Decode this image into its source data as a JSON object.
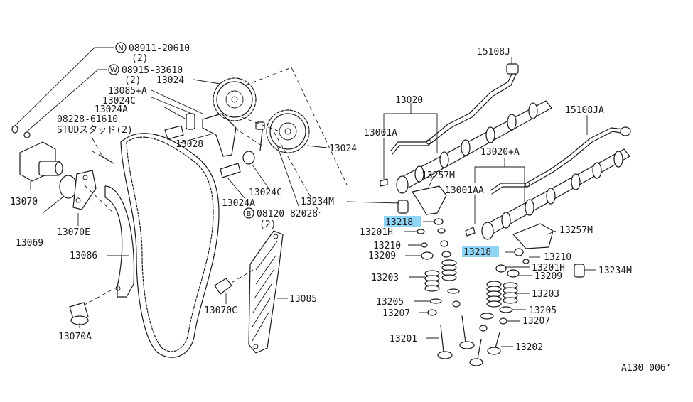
{
  "labels": {
    "n_part": "08911-20610",
    "n_qty": "(2)",
    "n_symbol": "N",
    "w_part": "08915-33610",
    "w_qty": "(2)",
    "w_symbol": "W",
    "p13085a": "13085+A",
    "p13024c_top": "13024C",
    "p13024a_top": "13024A",
    "p08228": "08228-61610",
    "stud": "STUDスタッド(2)",
    "p13024_top": "13024",
    "p13028": "13028",
    "p13024_right": "13024",
    "p13070": "13070",
    "p13069": "13069",
    "p13070e": "13070E",
    "p13086": "13086",
    "p13024c_bot": "13024C",
    "p13024a_bot": "13024A",
    "b_part": "08120-82028",
    "b_qty": "(2)",
    "b_symbol": "B",
    "p13070c": "13070C",
    "p13085": "13085",
    "p13070a": "13070A",
    "p15108j": "15108J",
    "p13020": "13020",
    "p13001a": "13001A",
    "p15108ja": "15108JA",
    "p13020a": "13020+A",
    "p13257m_top": "13257M",
    "p13234m_left": "13234M",
    "p13001aa": "13001AA",
    "p13218_left": "13218",
    "p13201h_left": "13201H",
    "p13210_left": "13210",
    "p13209_left": "13209",
    "p13203_left": "13203",
    "p13205_left": "13205",
    "p13207_left": "13207",
    "p13201_left": "13201",
    "p13257m_right": "13257M",
    "p13218_right": "13218",
    "p13210_right": "13210",
    "p13201h_right": "13201H",
    "p13209_right": "13209",
    "p13234m_right": "13234M",
    "p13203_right": "13203",
    "p13205_right": "13205",
    "p13207_right": "13207",
    "p13202": "13202"
  },
  "reference_code": "A130  006‘",
  "highlight_color": "#8fd3f5"
}
